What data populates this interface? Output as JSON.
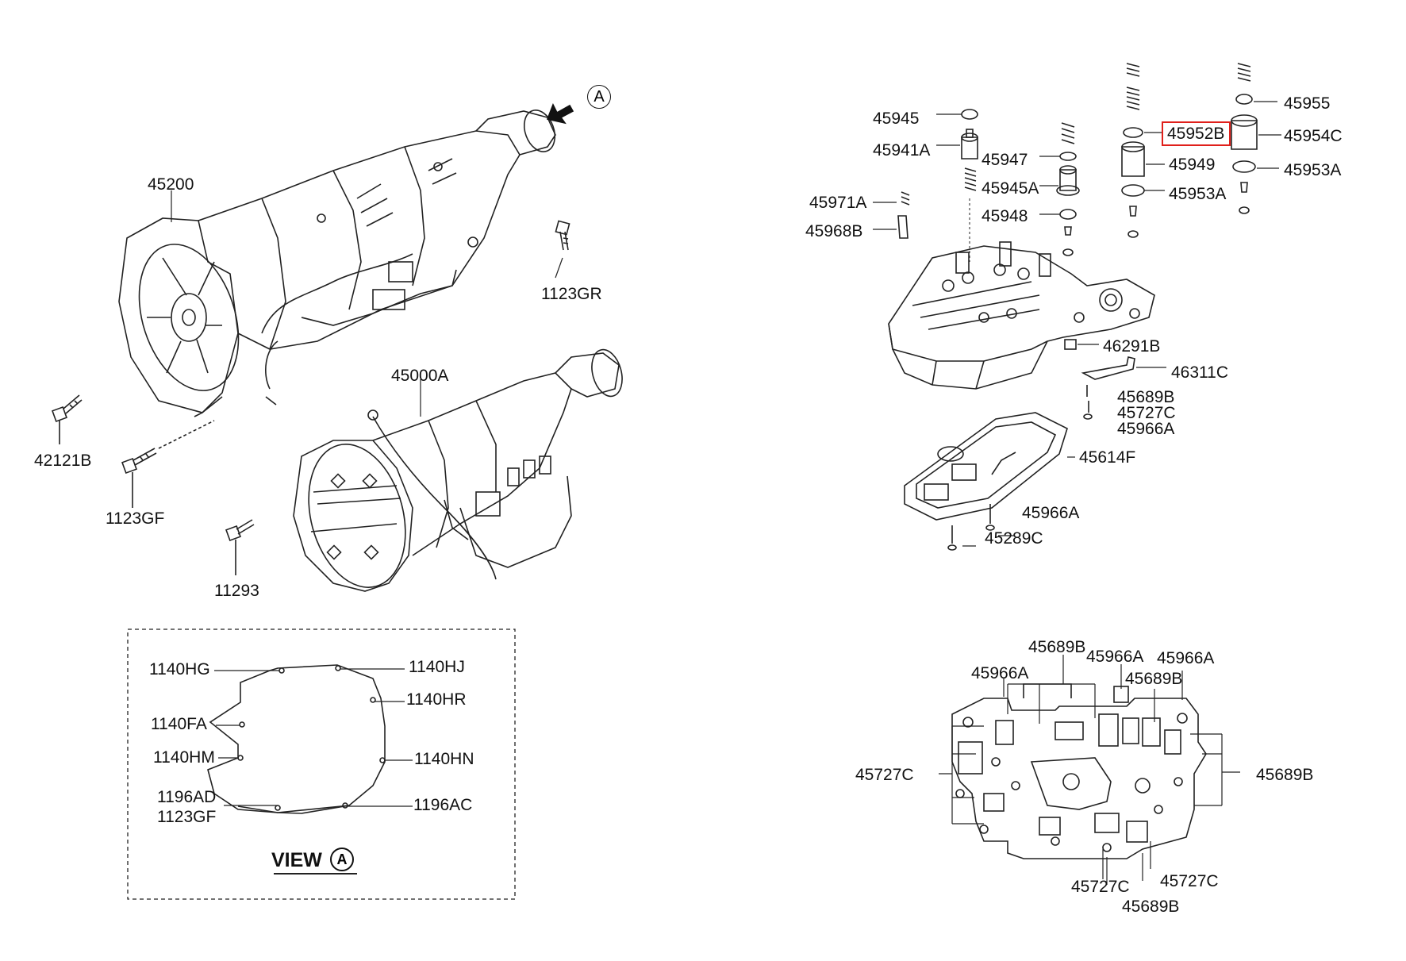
{
  "view": {
    "title": "VIEW",
    "marker": "A"
  },
  "arrow_marker": "A",
  "highlighted_part": "45952B",
  "labels": {
    "p45200": "45200",
    "p42121B": "42121B",
    "p1123GF": "1123GF",
    "p11293": "11293",
    "p1123GR": "1123GR",
    "p45000A": "45000A",
    "v1140HG": "1140HG",
    "v1140HJ": "1140HJ",
    "v1140HR": "1140HR",
    "v1140FA": "1140FA",
    "v1140HM": "1140HM",
    "v1140HN": "1140HN",
    "v1196AD": "1196AD",
    "v1123GF": "1123GF",
    "v1196AC": "1196AC",
    "p45945": "45945",
    "p45941A": "45941A",
    "p45947": "45947",
    "p45945A": "45945A",
    "p45971A": "45971A",
    "p45948": "45948",
    "p45968B": "45968B",
    "p45952B": "45952B",
    "p45949": "45949",
    "p45953A_1": "45953A",
    "p45955": "45955",
    "p45954C": "45954C",
    "p45953A_2": "45953A",
    "p46291B": "46291B",
    "p46311C": "46311C",
    "p45689B_1": "45689B",
    "p45727C_1": "45727C",
    "p45966A_1": "45966A",
    "p45614F": "45614F",
    "p45966A_2": "45966A",
    "p45289C": "45289C",
    "b45689B_top": "45689B",
    "b45966A_a": "45966A",
    "b45966A_b": "45966A",
    "b45966A_c": "45966A",
    "b45689B_b": "45689B",
    "b45727C_left": "45727C",
    "b45689B_right": "45689B",
    "b45727C_bl": "45727C",
    "b45727C_br": "45727C",
    "b45689B_bottom": "45689B"
  }
}
